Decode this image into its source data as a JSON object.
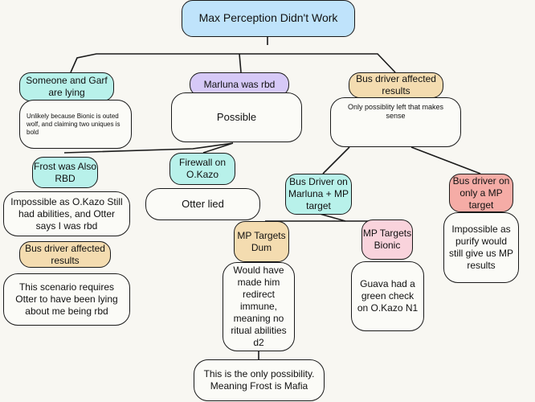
{
  "colors": {
    "background": "#f8f7f2",
    "line": "#1a1a1a",
    "blue": "#bfe3fb",
    "cyan": "#b8f1ea",
    "purple": "#d6c9f7",
    "orange": "#f4dcb0",
    "pink": "#f9d3dc",
    "salmon": "#f5aca6"
  },
  "diagram": {
    "root": "Max Perception Didn't Work",
    "branch_garf": {
      "label": "Someone and Garf are lying",
      "note": "Unlikely because Bionic is outed wolf, and claiming two uniques is bold"
    },
    "branch_marluna": {
      "label": "Marluna was rbd",
      "note": "Possible"
    },
    "branch_busdriver": {
      "label": "Bus driver affected results",
      "note": "Only possiblity left that makes sense"
    },
    "frost": {
      "label": "Frost was Also RBD",
      "note": "Impossible as O.Kazo Still had abilities, and Otter says I was rbd",
      "sub_label": "Bus driver affected results",
      "sub_note": "This scenario requires Otter to have been lying about me being rbd"
    },
    "firewall": {
      "label": "Firewall on O.Kazo",
      "note": "Otter lied"
    },
    "bus_marluna_mp": {
      "label": "Bus Driver on Marluna + MP target"
    },
    "bus_only_mp": {
      "label": "Bus driver on only a MP target",
      "note": "Impossible as purify would still give us MP results"
    },
    "mp_dum": {
      "label": "MP Targets Dum",
      "note": "Would have made him redirect immune, meaning no ritual abilities d2",
      "conclusion": "This is the only possibility. Meaning Frost is Mafia"
    },
    "mp_bionic": {
      "label": "MP Targets Bionic",
      "note": "Guava had a green check on O.Kazo N1"
    }
  }
}
